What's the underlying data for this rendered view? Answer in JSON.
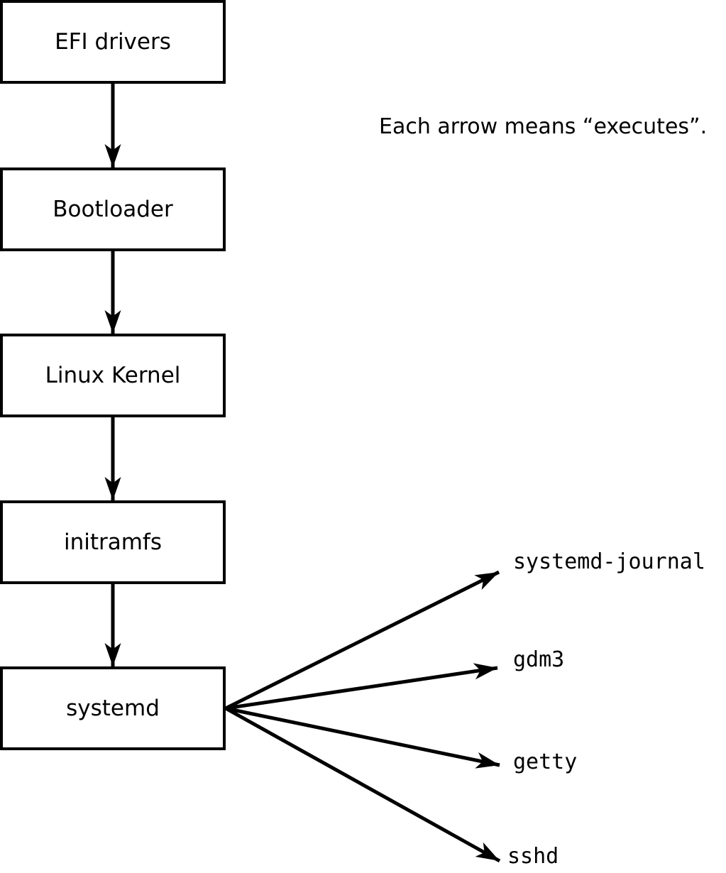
{
  "caption": "Each arrow means “executes”.",
  "chain": [
    {
      "label": "EFI drivers"
    },
    {
      "label": "Bootloader"
    },
    {
      "label": "Linux Kernel"
    },
    {
      "label": "initramfs"
    },
    {
      "label": "systemd"
    }
  ],
  "targets": [
    {
      "label": "systemd-journal"
    },
    {
      "label": "gdm3"
    },
    {
      "label": "getty"
    },
    {
      "label": "sshd"
    }
  ],
  "edges": [
    {
      "from": "EFI drivers",
      "to": "Bootloader",
      "meaning": "executes"
    },
    {
      "from": "Bootloader",
      "to": "Linux Kernel",
      "meaning": "executes"
    },
    {
      "from": "Linux Kernel",
      "to": "initramfs",
      "meaning": "executes"
    },
    {
      "from": "initramfs",
      "to": "systemd",
      "meaning": "executes"
    },
    {
      "from": "systemd",
      "to": "systemd-journal",
      "meaning": "executes"
    },
    {
      "from": "systemd",
      "to": "gdm3",
      "meaning": "executes"
    },
    {
      "from": "systemd",
      "to": "getty",
      "meaning": "executes"
    },
    {
      "from": "systemd",
      "to": "sshd",
      "meaning": "executes"
    }
  ],
  "colors": {
    "background": "#ffffff",
    "line": "#000000",
    "box_border": "#000000",
    "box_fill": "#ffffff",
    "text": "#000000"
  }
}
